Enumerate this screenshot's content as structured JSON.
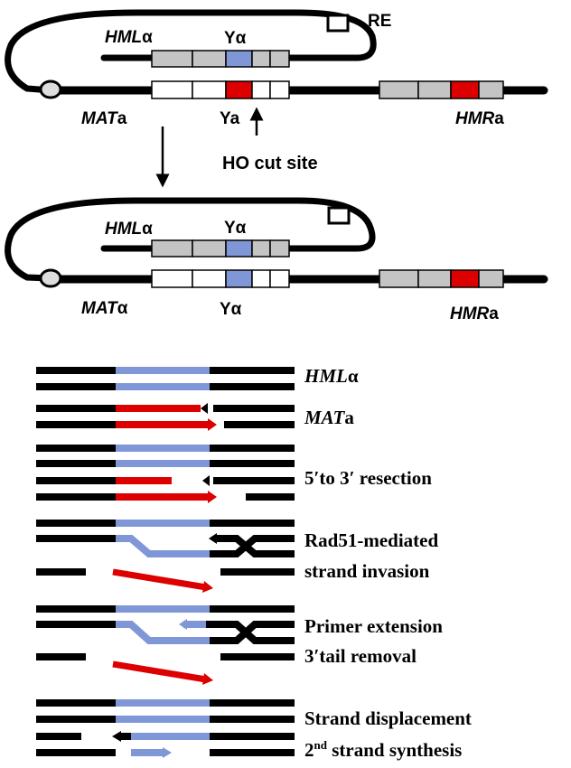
{
  "colors": {
    "alpha": "#7f97d6",
    "a": "#dd0000",
    "box_gray": "#c4c4c4",
    "box_white": "#ffffff",
    "line": "#000000"
  },
  "top": {
    "re": "RE",
    "hml_stem": "HML",
    "alpha": "α",
    "y_alpha": "Yα",
    "mat_stem": "MAT",
    "mat_suffix": "a",
    "ya": "Ya",
    "hmr_stem": "HMR",
    "hmr_suffix": "a",
    "ho_cut_site": "HO cut site"
  },
  "middle": {
    "hml_stem": "HML",
    "alpha": "α",
    "y_alpha_top": "Yα",
    "mat_stem": "MAT",
    "mat_alpha": "α",
    "y_alpha_bottom": "Yα",
    "hmr_stem": "HMR",
    "hmr_suffix": "a"
  },
  "steps": {
    "hml_stem": "HML",
    "hml_alpha": "α",
    "mat_stem": "MAT",
    "mat_suffix": "a",
    "resection": "5′to 3′ resection",
    "rad51_line1": "Rad51-mediated",
    "rad51_line2": "strand invasion",
    "primer_line1": "Primer extension",
    "primer_line2": "3′tail removal",
    "displacement_line1": "Strand displacement",
    "second_strand_ordinal": "2",
    "second_strand_sup": "nd",
    "second_strand_rest": " strand synthesis"
  }
}
